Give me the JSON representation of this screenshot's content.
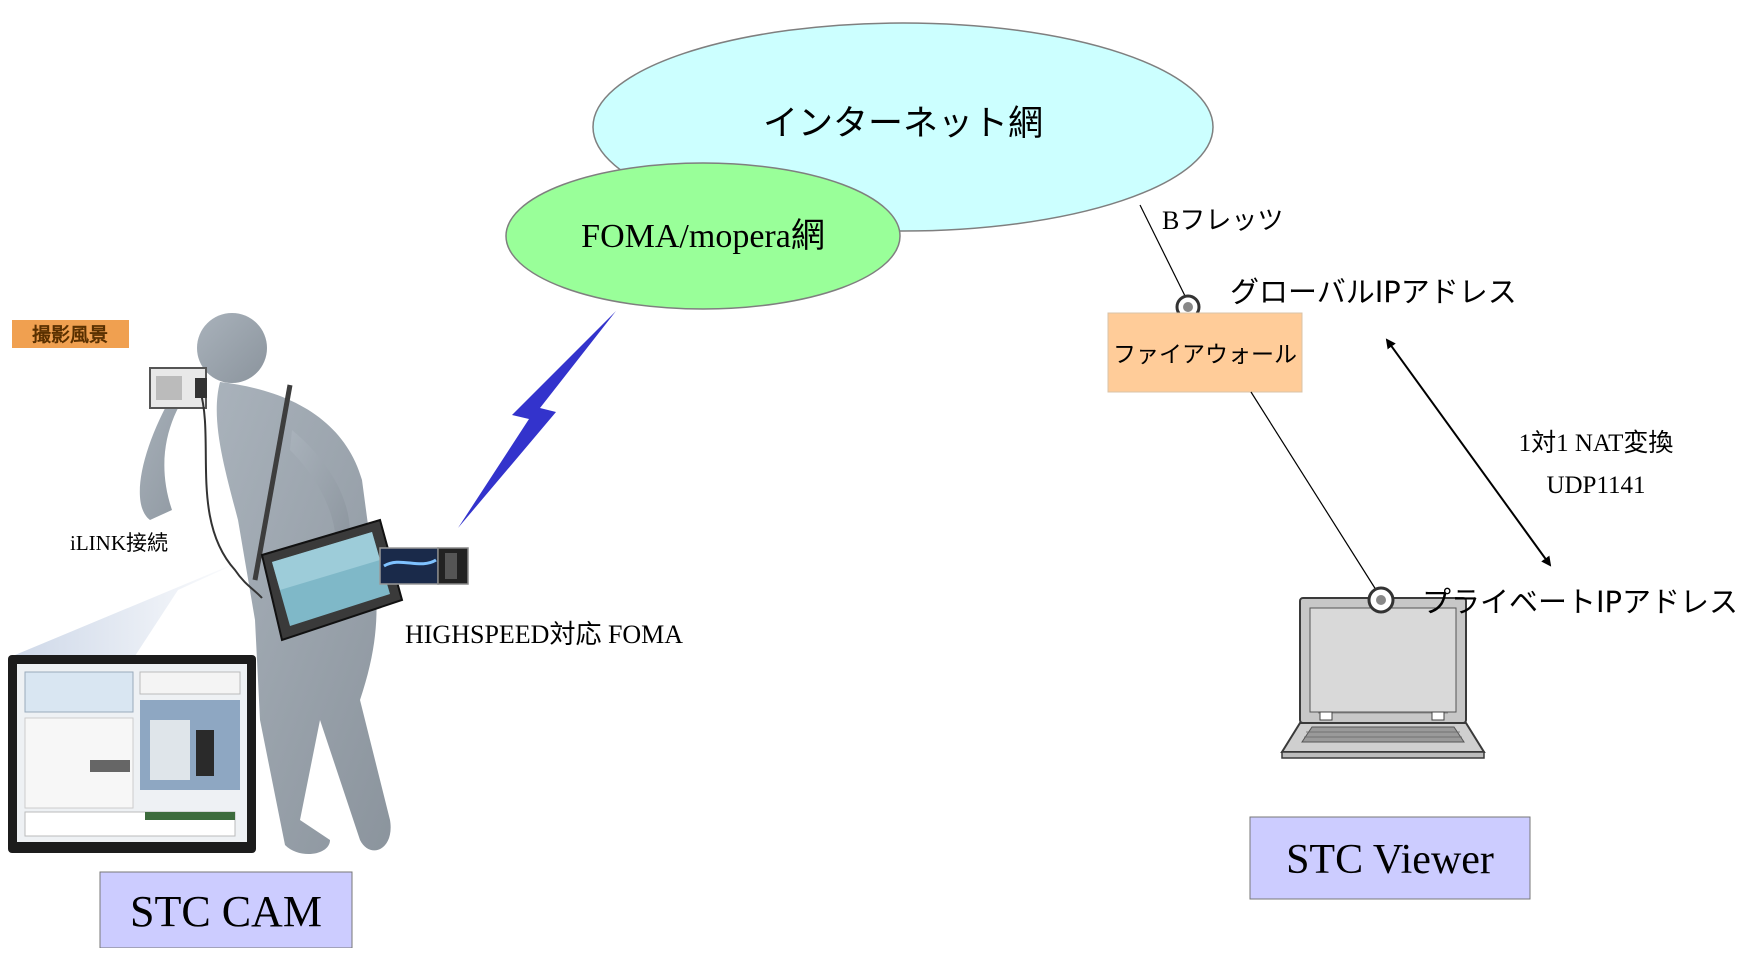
{
  "clouds": {
    "internet": {
      "label": "インターネット網",
      "fill": "#ccffff",
      "stroke": "#7f7f7f"
    },
    "foma": {
      "label": "FOMA/mopera網",
      "fill": "#99ff99",
      "stroke": "#7f7f7f"
    }
  },
  "scene": {
    "photo_badge": "撮影風景",
    "ilink_label": "iLINK接続",
    "device_label": "HIGHSPEED対応 FOMA"
  },
  "network": {
    "bflets_label": "Bフレッツ",
    "global_ip_label": "グローバルIPアドレス",
    "firewall_label": "ファイアウォール",
    "nat_label": "1対1 NAT変換",
    "udp_label": "UDP1141",
    "private_ip_label": "プライベートIPアドレス"
  },
  "boxes": {
    "cam": "STC CAM",
    "viewer": "STC Viewer"
  },
  "colors": {
    "box_fill": "#ccccff",
    "firewall_fill": "#ffcc99",
    "lightning": "#3333cc",
    "badge": "#f0a050"
  }
}
